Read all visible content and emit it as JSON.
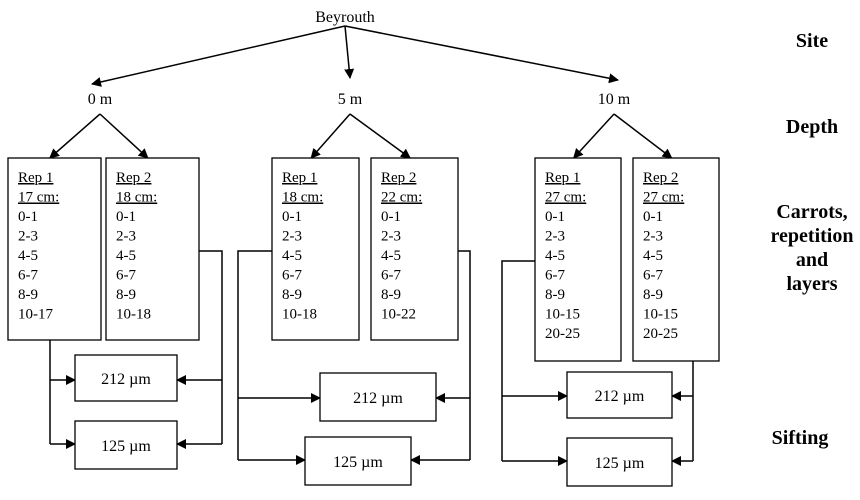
{
  "site": "Beyrouth",
  "stages": [
    {
      "lines": [
        "Site"
      ]
    },
    {
      "lines": [
        "Depth"
      ]
    },
    {
      "lines": [
        "Carrots,",
        "repetition",
        "and",
        "layers"
      ]
    },
    {
      "lines": [
        "Sifting"
      ]
    }
  ],
  "depths": [
    {
      "label": "0 m",
      "reps": [
        {
          "title": "Rep 1",
          "length": "17 cm:",
          "layers": [
            "0-1",
            "2-3",
            "4-5",
            "6-7",
            "8-9",
            "10-17"
          ]
        },
        {
          "title": "Rep 2",
          "length": "18 cm:",
          "layers": [
            "0-1",
            "2-3",
            "4-5",
            "6-7",
            "8-9",
            "10-18"
          ]
        }
      ],
      "sieves": [
        "212 µm",
        "125 µm"
      ]
    },
    {
      "label": "5 m",
      "reps": [
        {
          "title": "Rep 1",
          "length": "18 cm:",
          "layers": [
            "0-1",
            "2-3",
            "4-5",
            "6-7",
            "8-9",
            "10-18"
          ]
        },
        {
          "title": "Rep 2",
          "length": "22 cm:",
          "layers": [
            "0-1",
            "2-3",
            "4-5",
            "6-7",
            "8-9",
            "10-22"
          ]
        }
      ],
      "sieves": [
        "212 µm",
        "125 µm"
      ]
    },
    {
      "label": "10 m",
      "reps": [
        {
          "title": "Rep 1",
          "length": "27 cm:",
          "layers": [
            "0-1",
            "2-3",
            "4-5",
            "6-7",
            "8-9",
            "10-15",
            "20-25"
          ]
        },
        {
          "title": "Rep 2",
          "length": "27 cm:",
          "layers": [
            "0-1",
            "2-3",
            "4-5",
            "6-7",
            "8-9",
            "10-15",
            "20-25"
          ]
        }
      ],
      "sieves": [
        "212 µm",
        "125 µm"
      ]
    }
  ]
}
